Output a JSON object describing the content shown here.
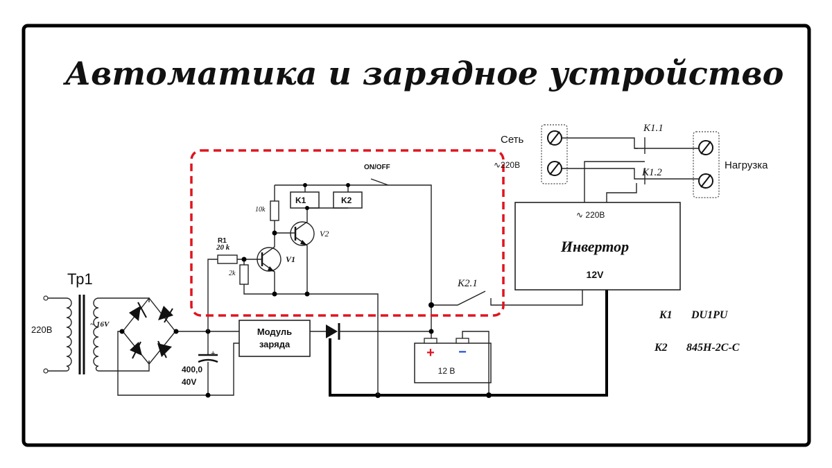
{
  "title": "Автоматика и зарядное устройство",
  "labels": {
    "tr": "Тр1",
    "mains_left": "220В",
    "tr_secondary": "~ 16V",
    "cap": "400,0",
    "cap_v": "40V",
    "cap_plus": "+",
    "r1": "R1",
    "r1_val": "20 k",
    "r_10k": "10k",
    "r_2k": "2k",
    "v1": "V1",
    "v2": "V2",
    "k1": "K1",
    "k2": "K2",
    "onoff": "ON/OFF",
    "k21": "K2.1",
    "charge_module_1": "Модуль",
    "charge_module_2": "заряда",
    "battery": "12 В",
    "batt_plus": "+",
    "batt_minus": "−",
    "inverter": "Инвертор",
    "inverter_ac": "∿ 220В",
    "inverter_dc": "12V",
    "set": "Сеть",
    "set_ac": "∿220В",
    "load": "Нагрузка",
    "k11": "K1.1",
    "k12": "K1.2",
    "spec_k1_name": "K1",
    "spec_k1": "DU1PU",
    "spec_k2_name": "K2",
    "spec_k2": "845H-2C-C"
  },
  "colors": {
    "highlight": "#e0141e",
    "battery_plus": "#e0141e",
    "battery_minus": "#1a4fd6"
  }
}
